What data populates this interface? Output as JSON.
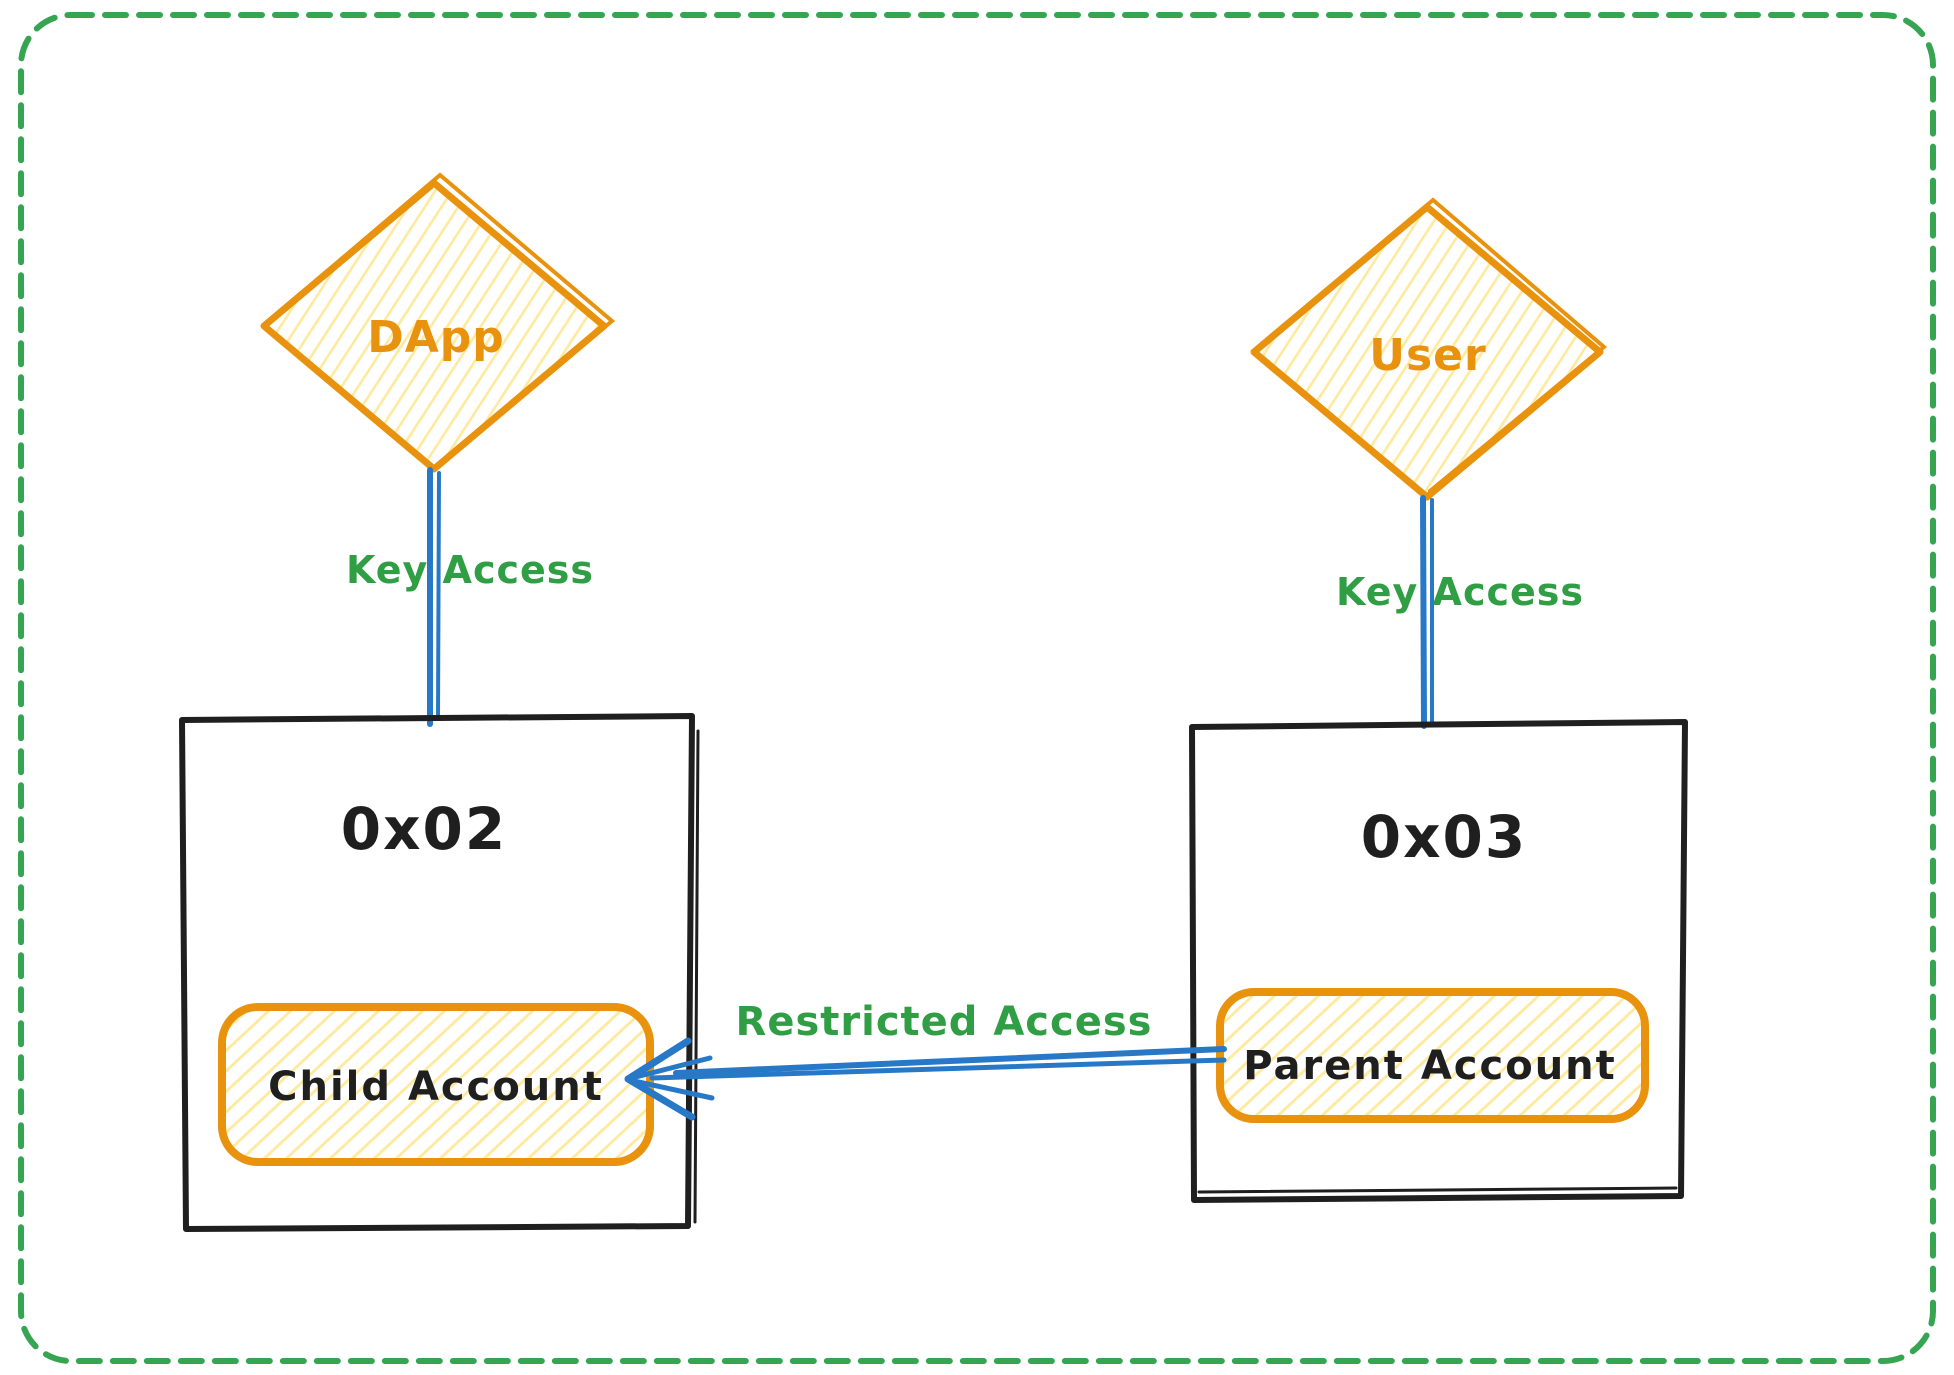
{
  "diagram": {
    "dapp": {
      "label": "DApp"
    },
    "user": {
      "label": "User"
    },
    "left_wallet": {
      "address": "0x02",
      "account_label": "Child Account"
    },
    "right_wallet": {
      "address": "0x03",
      "account_label": "Parent Account"
    },
    "edges": {
      "dapp_key": "Key Access",
      "user_key": "Key Access",
      "restricted": "Restricted Access"
    }
  },
  "colors": {
    "background": "#ffffff",
    "accent_orange": "#e8920e",
    "hatch_yellow": "#ffd43b",
    "stroke_black": "#1f1f1f",
    "connector_blue": "#2878c8",
    "label_green": "#2f9e44",
    "border_green": "#35a552"
  }
}
